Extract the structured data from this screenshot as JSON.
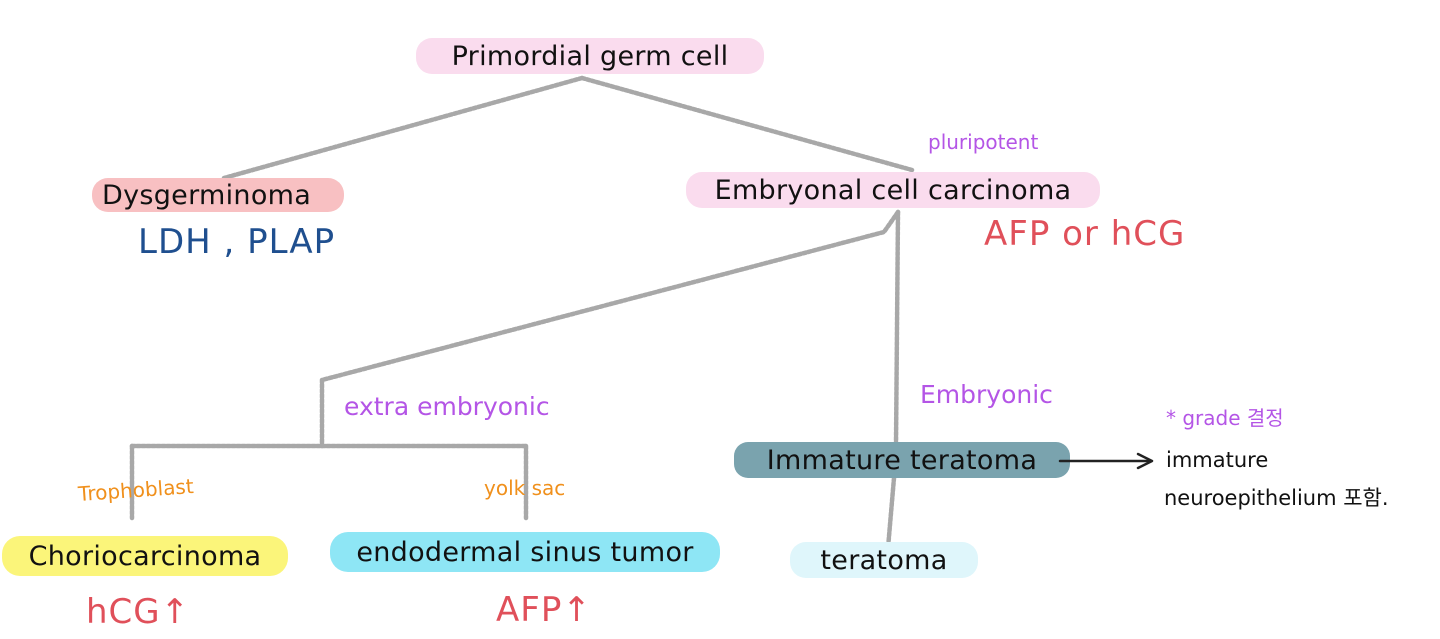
{
  "nodes": {
    "primordial": "Primordial germ cell",
    "dysgerminoma": "Dysgerminoma",
    "embryonal": "Embryonal cell carcinoma",
    "immature_teratoma": "Immature teratoma",
    "teratoma": "teratoma",
    "choriocarcinoma": "Choriocarcinoma",
    "endodermal": "endodermal sinus tumor"
  },
  "markers": {
    "dysgerminoma": "LDH , PLAP",
    "embryonal": "AFP or hCG",
    "choriocarcinoma": "hCG↑",
    "endodermal": "AFP↑"
  },
  "labels": {
    "pluripotent": "pluripotent",
    "extraembryonic": "extra embryonic",
    "embryonic": "Embryonic",
    "trophoblast": "Trophoblast",
    "yolksac": "yolk sac"
  },
  "note": {
    "title": "* grade 결정",
    "line1": "immature",
    "line2": "neuroepithelium 포함."
  },
  "colors": {
    "primordial_bg": "#fadcee",
    "dysgerminoma_bg": "#f8c0c2",
    "embryonal_bg": "#fadcee",
    "immature_bg": "#7aa3ae",
    "teratoma_bg": "#dff6fb",
    "chorio_bg": "#fbf57a",
    "endodermal_bg": "#8ee6f5",
    "line": "#9a9a9a",
    "blue_marker": "#1f4f8f",
    "red_marker": "#e0505a",
    "purple_label": "#b455e6",
    "orange_label": "#f0901c"
  }
}
